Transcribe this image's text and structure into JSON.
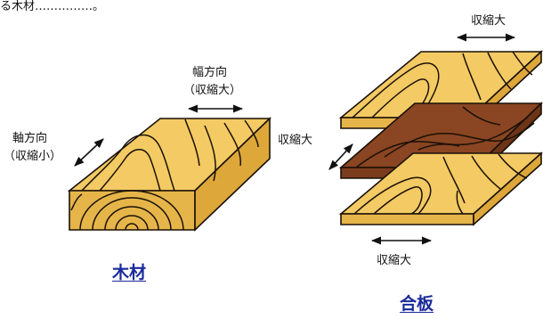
{
  "header_fragment": "る木材……………。",
  "wood": {
    "caption": "木材",
    "width_dir_line1": "幅方向",
    "width_dir_line2": "（収縮大）",
    "axial_dir_line1": "軸方向",
    "axial_dir_line2": "（収縮小）"
  },
  "plywood": {
    "caption": "合板",
    "shrink_top": "収縮大",
    "shrink_side": "収縮大",
    "shrink_bottom": "収縮大"
  },
  "colors": {
    "wood_top": "#F3CA63",
    "wood_side": "#DDA73A",
    "wood_front": "#E6B54A",
    "dark_veneer_top": "#8A4522",
    "dark_veneer_side": "#6E3418",
    "grain_line": "#1a1006",
    "caption_blue": "#1a2a9a"
  }
}
